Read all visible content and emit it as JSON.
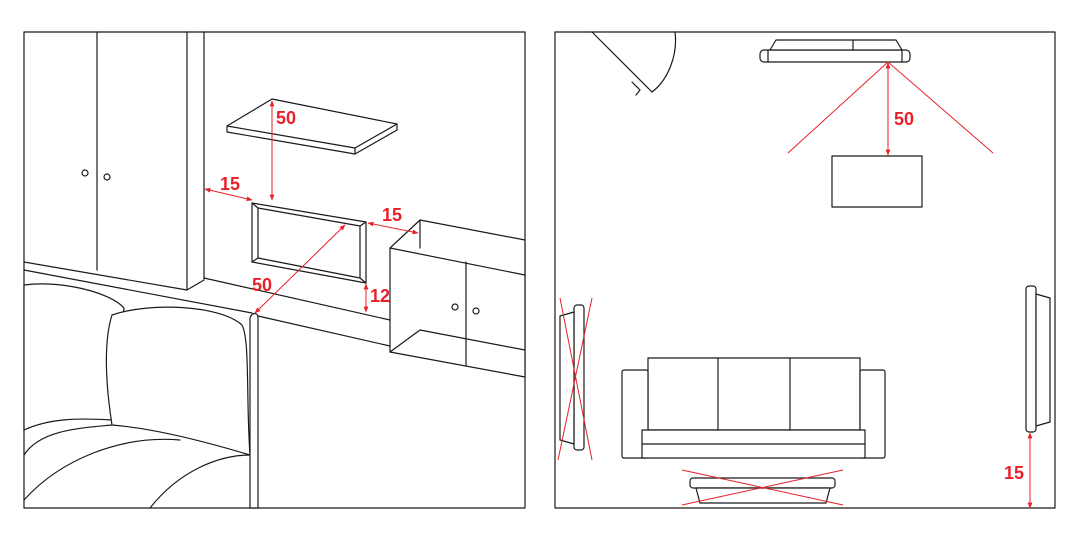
{
  "colors": {
    "accent": "#e8202a",
    "line": "#1a1a1a"
  },
  "left_panel": {
    "labels": {
      "shelf_height": "50",
      "wall_gap_left": "15",
      "gap_to_cabinet": "15",
      "viewing_distance": "50",
      "height_above_cabinet": "12"
    }
  },
  "right_panel": {
    "labels": {
      "viewing_distance": "50",
      "floor_height": "15"
    }
  }
}
